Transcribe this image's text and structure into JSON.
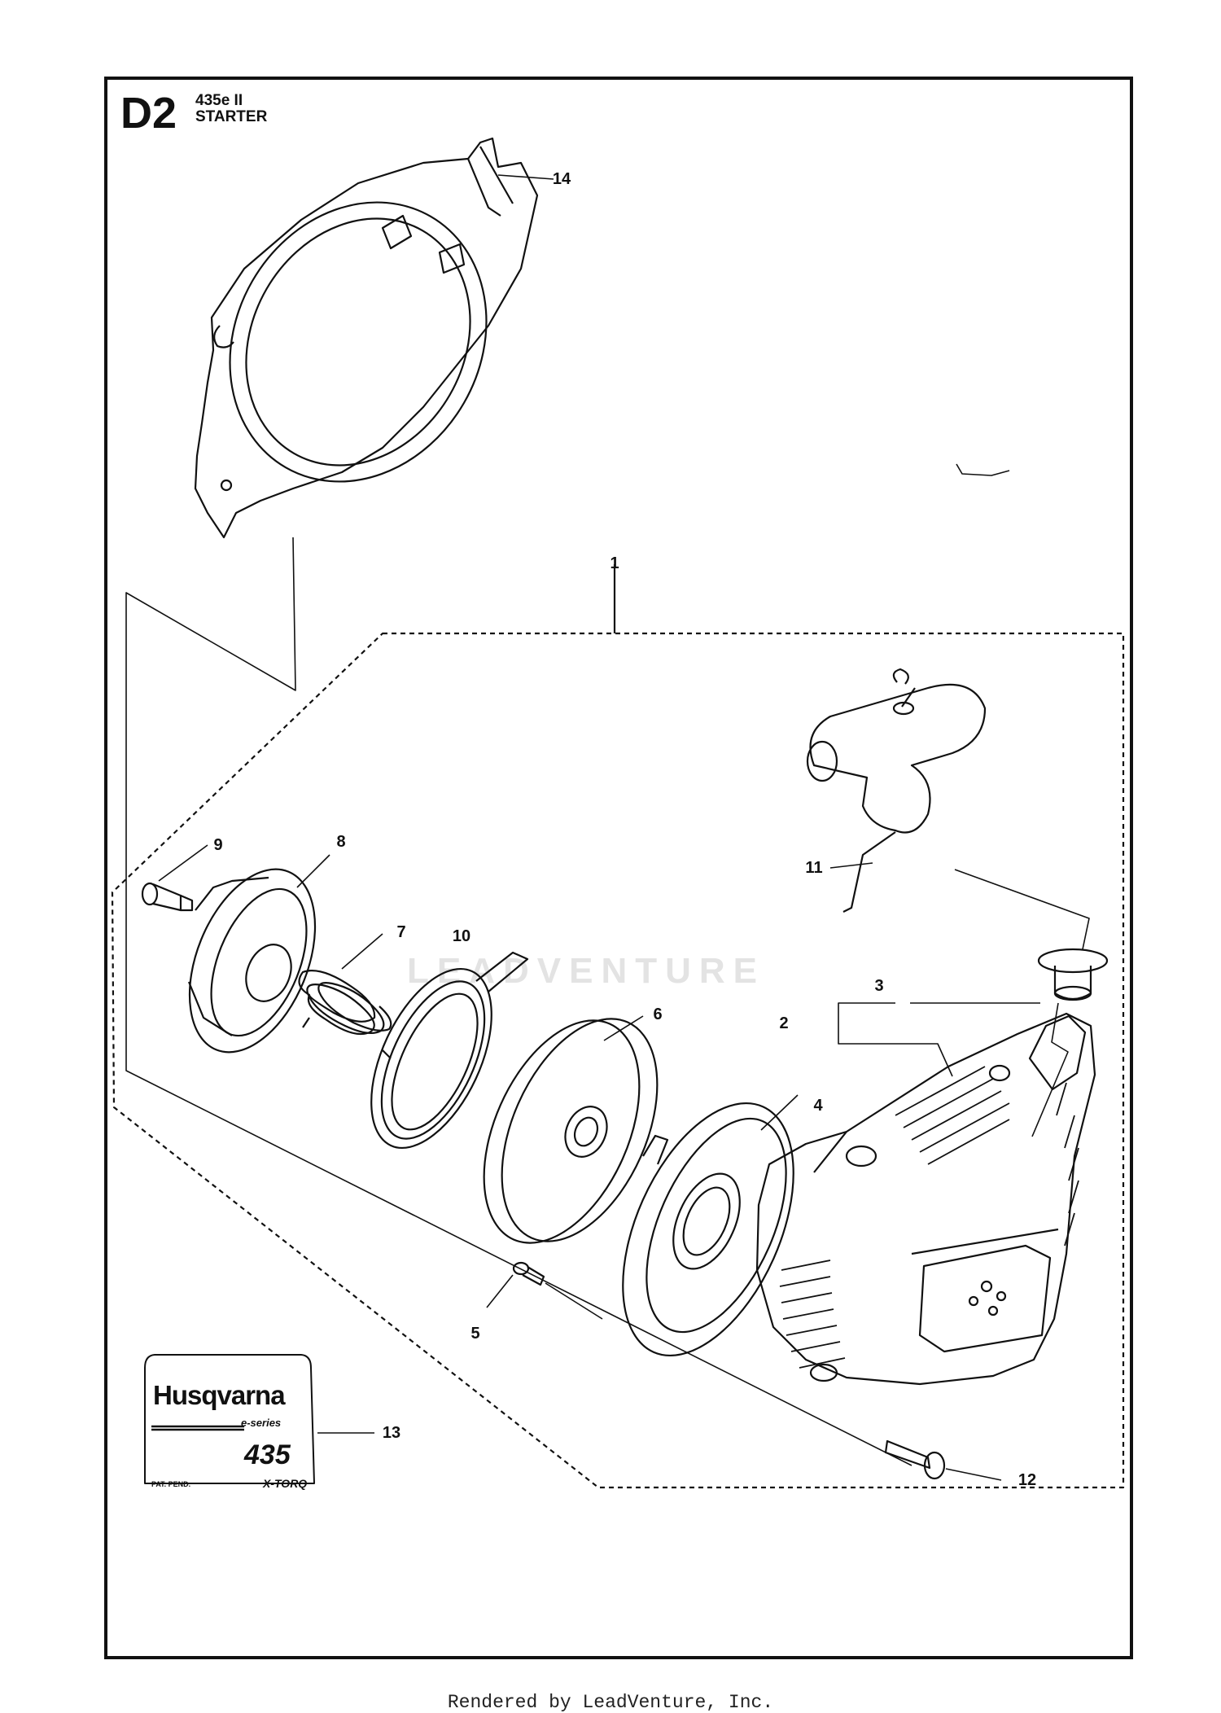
{
  "header": {
    "section_code": "D2",
    "model": "435e II",
    "title": "STARTER"
  },
  "callouts": [
    {
      "id": "1",
      "label": "1"
    },
    {
      "id": "2",
      "label": "2"
    },
    {
      "id": "3",
      "label": "3"
    },
    {
      "id": "4",
      "label": "4"
    },
    {
      "id": "5",
      "label": "5"
    },
    {
      "id": "6",
      "label": "6"
    },
    {
      "id": "7",
      "label": "7"
    },
    {
      "id": "8",
      "label": "8"
    },
    {
      "id": "9",
      "label": "9"
    },
    {
      "id": "10",
      "label": "10"
    },
    {
      "id": "11",
      "label": "11"
    },
    {
      "id": "12",
      "label": "12"
    },
    {
      "id": "13",
      "label": "13"
    },
    {
      "id": "14",
      "label": "14"
    }
  ],
  "decal": {
    "brand": "Husqvarna",
    "series": "e-series",
    "model": "435",
    "patent": "PAT. PEND.",
    "tech": "X-TORQ"
  },
  "watermark": "LEADVENTURE",
  "footer": "Rendered by LeadVenture, Inc."
}
